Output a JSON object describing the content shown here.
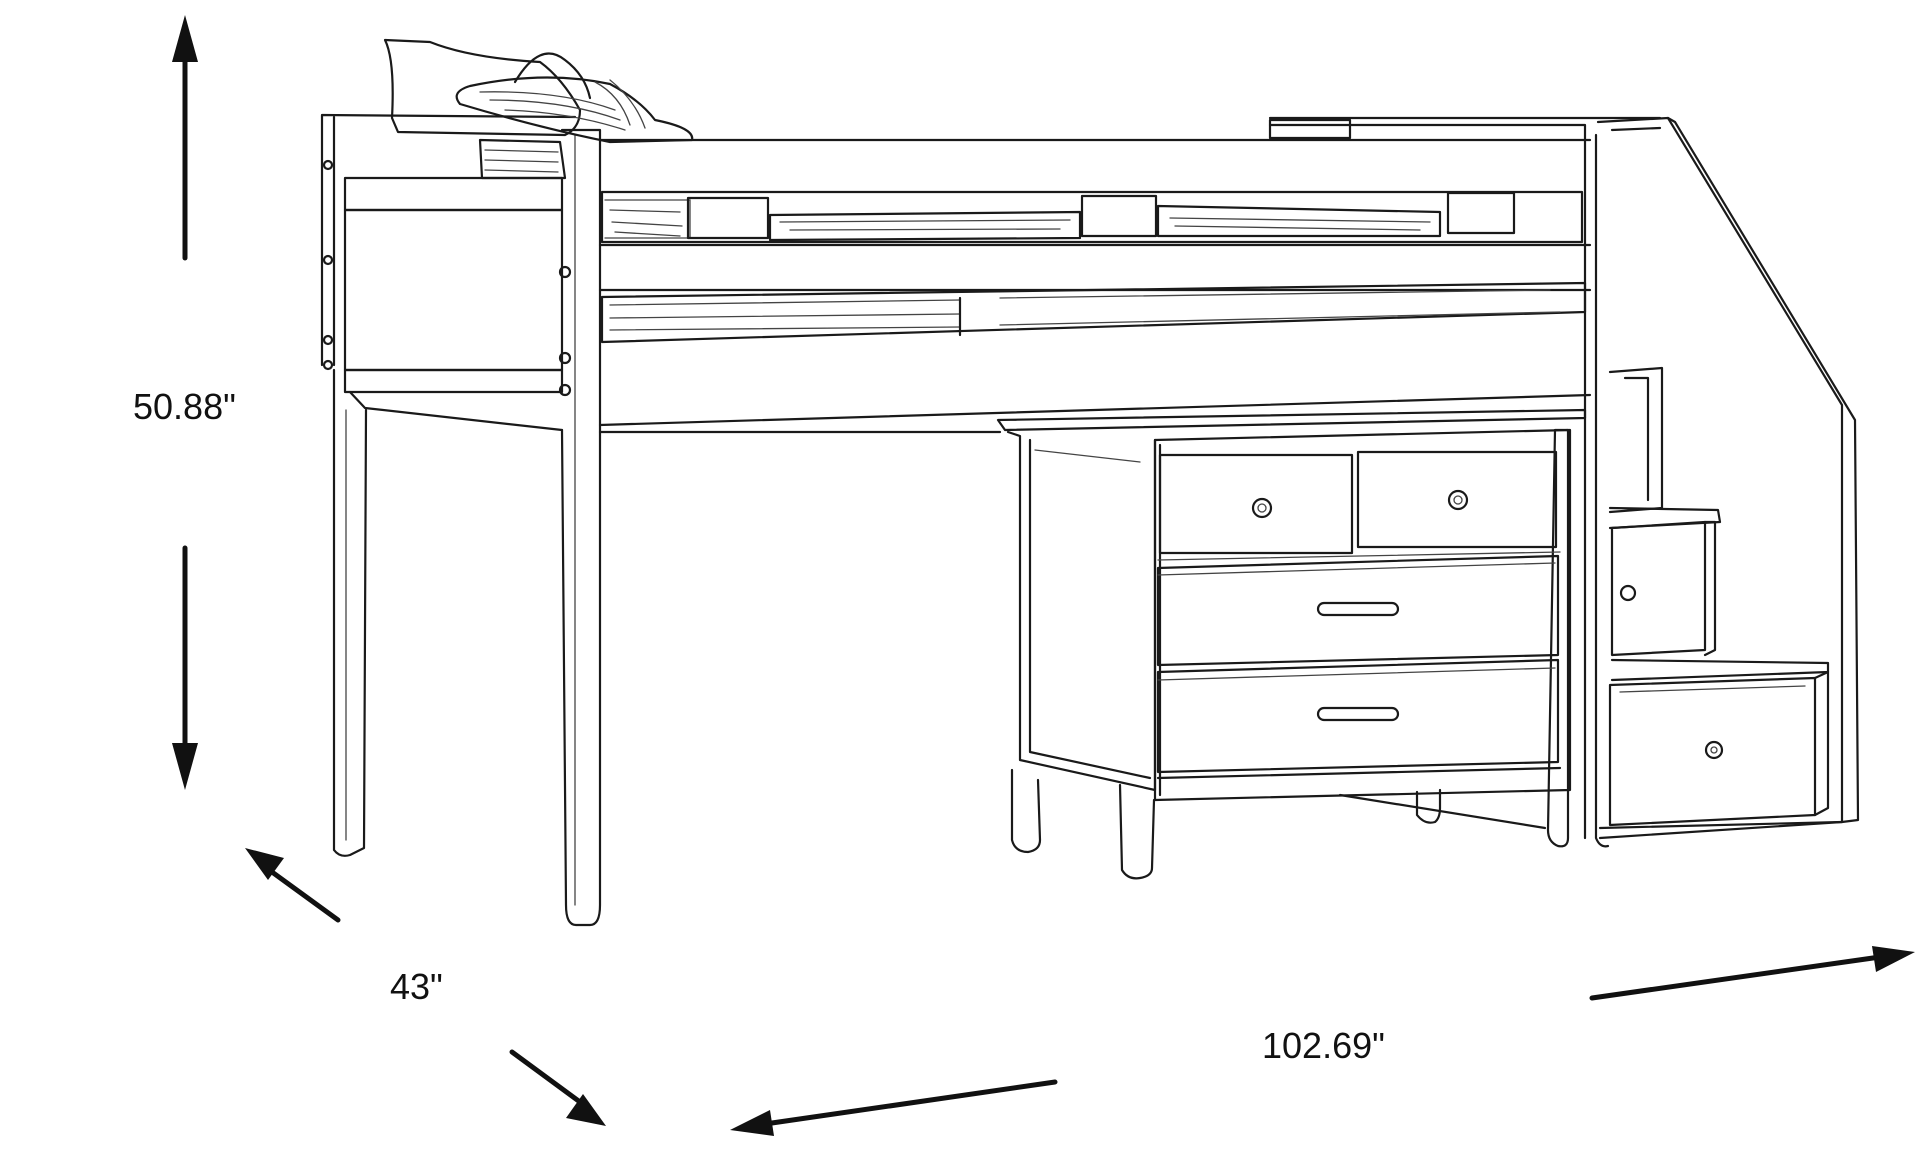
{
  "dimensions": {
    "height": "50.88\"",
    "depth": "43\"",
    "width": "102.69\""
  },
  "colors": {
    "line": "#1a1a1a",
    "background": "#ffffff"
  },
  "icons": {
    "height_arrow": "vertical-double-arrow",
    "depth_arrow": "diagonal-double-arrow",
    "width_arrow": "long-diagonal-double-arrow"
  }
}
